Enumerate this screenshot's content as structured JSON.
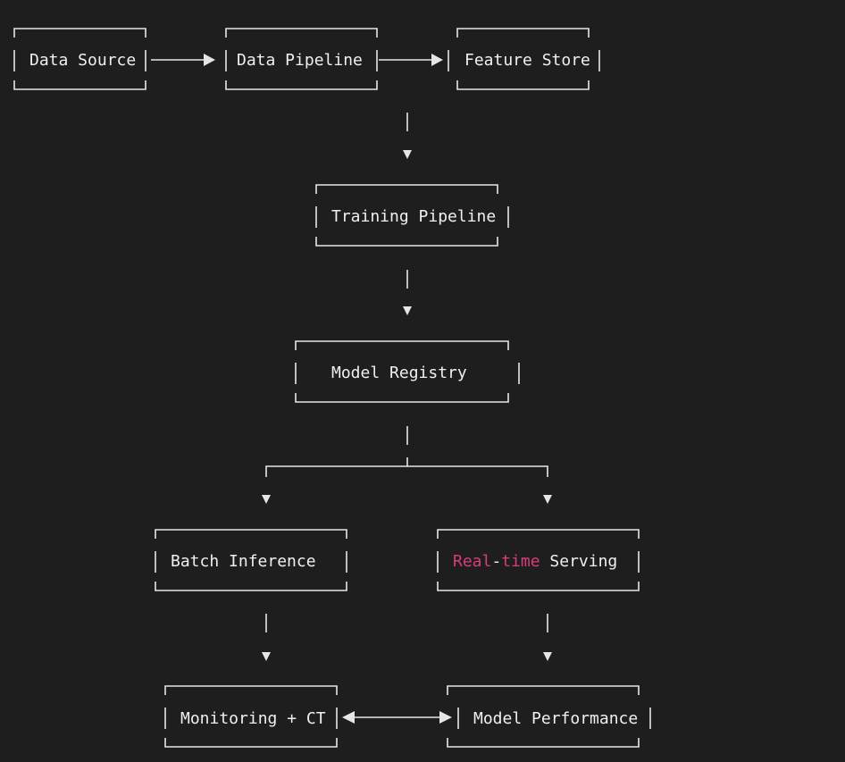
{
  "diagram": {
    "nodes": {
      "data_source": "Data Source",
      "data_pipeline": "Data Pipeline",
      "feature_store": "Feature Store",
      "training_pipeline": "Training Pipeline",
      "model_registry": "Model Registry",
      "batch_inference": "Batch Inference",
      "realtime_serving": {
        "highlight_part1": "Real",
        "hyphen": "-",
        "highlight_part2": "time",
        "rest": " Serving"
      },
      "monitoring_ct": "Monitoring + CT",
      "model_performance": "Model Performance"
    },
    "colors": {
      "background": "#1e1e1e",
      "foreground": "#f0f0f0",
      "highlight": "#d63d7a"
    }
  }
}
